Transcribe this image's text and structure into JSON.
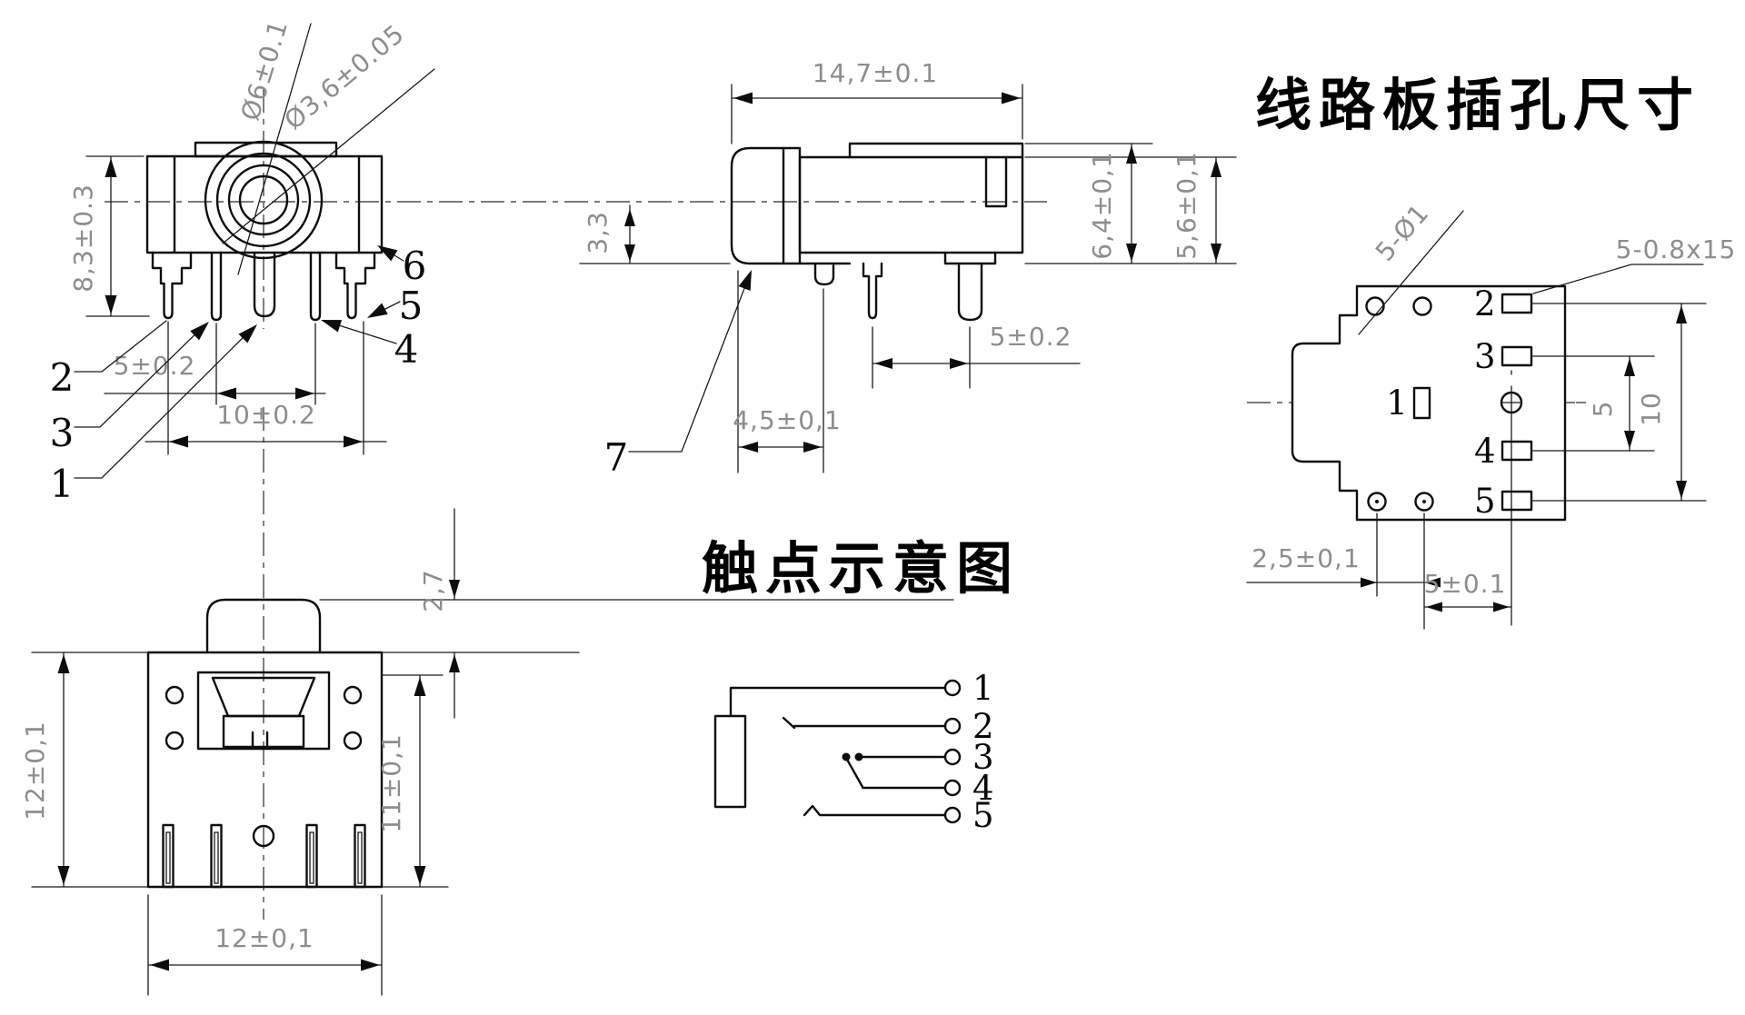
{
  "front_view": {
    "dia_outer": "Ø6±0.1",
    "dia_inner": "Ø3,6±0.05",
    "height": "8,3±0.3",
    "pitch_small": "5±0.2",
    "pitch_large": "10±0.2",
    "leader_1": "1",
    "leader_2": "2",
    "leader_3": "3",
    "leader_4": "4",
    "leader_5": "5",
    "leader_6": "6"
  },
  "side_view": {
    "length": "14,7±0.1",
    "flange_offset": "3,3",
    "height_a": "6,4±0,1",
    "height_b": "5,6±0,1",
    "pin_pitch": "5±0.2",
    "face_to_pin": "4,5±0,1",
    "leader_7": "7"
  },
  "panel": {
    "gap": "2,7"
  },
  "bottom_view": {
    "width_left": "12±0,1",
    "height_right": "11±0,1",
    "width_bottom": "12±0,1"
  },
  "pcb_view": {
    "title": "线路板插孔尺寸",
    "holes_note": "5-Ø1",
    "slots_note": "5-0.8x15",
    "pad_1": "1",
    "pad_2": "2",
    "pad_3": "3",
    "pad_4": "4",
    "pad_5": "5",
    "pitch_small": "5",
    "pitch_large": "10",
    "hole_offset": "2,5±0,1",
    "hole_pitch": "5±0.1"
  },
  "contact_view": {
    "title": "触点示意图",
    "terminals": [
      "1",
      "2",
      "3",
      "4",
      "5"
    ]
  }
}
